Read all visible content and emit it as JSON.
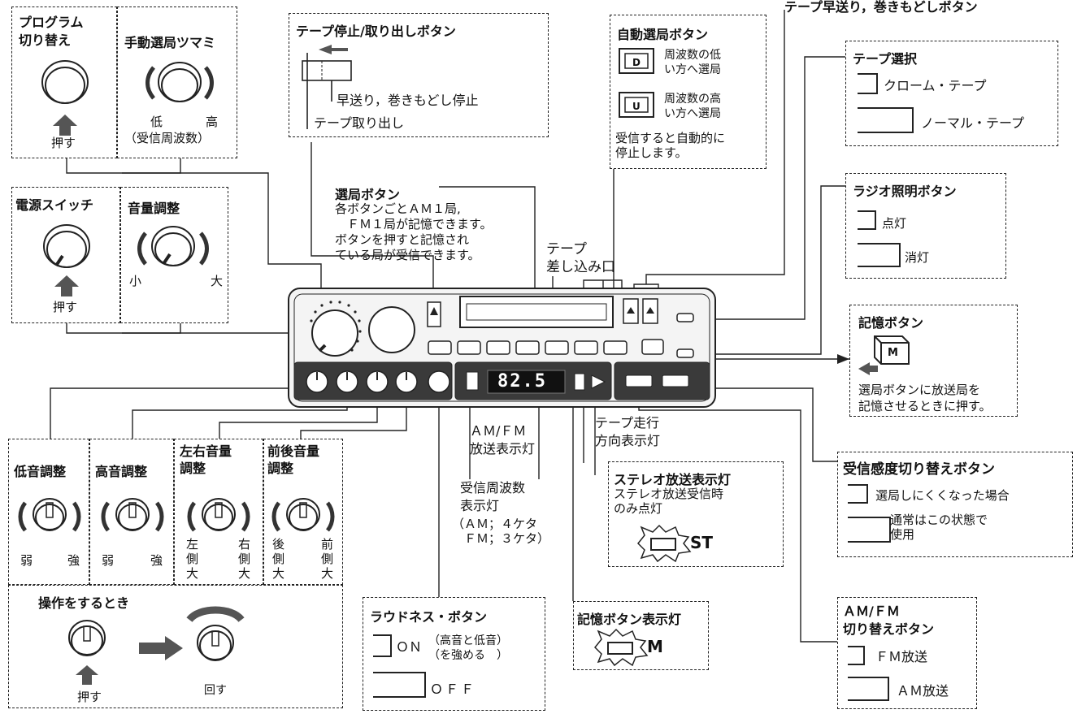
{
  "header": {
    "top_right": "テープ早送り，巻きもどしボタン"
  },
  "program": {
    "title": "プログラム\n切り替え",
    "push": "押す"
  },
  "manual_tune": {
    "title": "手動選局ツマミ",
    "low": "低",
    "high": "高",
    "note": "（受信周波数）"
  },
  "tape_stop": {
    "title": "テープ停止/取り出しボタン",
    "ff_stop": "早送り，巻きもどし停止",
    "eject": "テープ取り出し"
  },
  "auto_tune": {
    "title": "自動選局ボタン",
    "down_text": "周波数の低\nい方へ選局",
    "up_text": "周波数の高\nい方へ選局",
    "note": "受信すると自動的に\n停止します。",
    "down_key": "D",
    "up_key": "U"
  },
  "tape_select": {
    "title": "テープ選択",
    "chrome": "クローム・テープ",
    "normal": "ノーマル・テープ"
  },
  "power": {
    "title": "電源スイッチ",
    "push": "押す"
  },
  "volume": {
    "title": "音量調整",
    "small": "小",
    "large": "大"
  },
  "preset": {
    "title": "選局ボタン",
    "desc": "各ボタンごとＡＭ１局,\n　ＦＭ１局が記憶できます。\nボタンを押すと記憶され\nている局が受信できます。"
  },
  "slot": {
    "title": "テープ\n差し込み口"
  },
  "radio_light": {
    "title": "ラジオ照明ボタン",
    "on": "点灯",
    "off": "消灯"
  },
  "memory": {
    "title": "記憶ボタン",
    "key": "M",
    "desc": "選局ボタンに放送局を\n記憶させるときに押す。"
  },
  "display": {
    "freq": "82.5"
  },
  "bass": {
    "title": "低音調整",
    "weak": "弱",
    "strong": "強"
  },
  "treble": {
    "title": "高音調整",
    "weak": "弱",
    "strong": "強"
  },
  "balance": {
    "title": "左右音量\n調整",
    "left": "左\n側\n大",
    "right": "右\n側\n大"
  },
  "fader": {
    "title": "前後音量\n調整",
    "rear": "後\n側\n大",
    "front": "前\n側\n大"
  },
  "amfm_lamp": {
    "title": "ＡＭ/ＦＭ\n放送表示灯"
  },
  "freq_lamp": {
    "title": "受信周波数\n表示灯",
    "note": "（ＡＭ；４ケタ\n　ＦＭ；３ケタ）"
  },
  "tape_dir": {
    "title": "テープ走行\n方向表示灯"
  },
  "stereo": {
    "title": "ステレオ放送表示灯",
    "desc": "ステレオ放送受信時\nのみ点灯",
    "mark": "ST"
  },
  "sensitivity": {
    "title": "受信感度切り替えボタン",
    "hard": "選局しにくくなった場合",
    "normal": "通常はこの状態で\n使用"
  },
  "operation": {
    "title": "操作をするとき",
    "push": "押す",
    "turn": "回す"
  },
  "loudness": {
    "title": "ラウドネス・ボタン",
    "on": "ＯＮ",
    "on_note": "（高音と低音）\n（を強める　）",
    "off": "ＯＦＦ"
  },
  "mem_lamp": {
    "title": "記憶ボタン表示灯",
    "mark": "M"
  },
  "amfm_switch": {
    "title": "ＡＭ/ＦＭ\n切り替えボタン",
    "fm": "ＦＭ放送",
    "am": "ＡＭ放送"
  }
}
